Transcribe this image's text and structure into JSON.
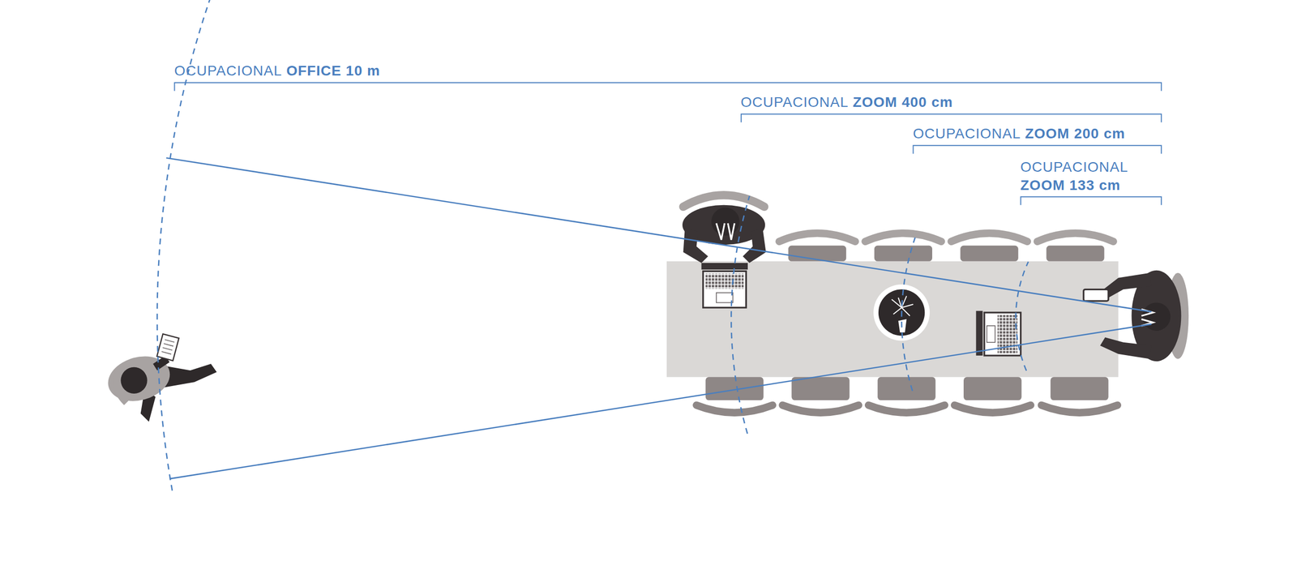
{
  "diagram": {
    "labels": [
      "OCUPACIONAL",
      "OFFICE 10 m",
      "OCUPACIONAL",
      "ZOOM 400 cm",
      "OCUPACIONAL",
      "ZOOM 200 cm",
      "OCUPACIONAL",
      "ZOOM 133 cm"
    ]
  }
}
